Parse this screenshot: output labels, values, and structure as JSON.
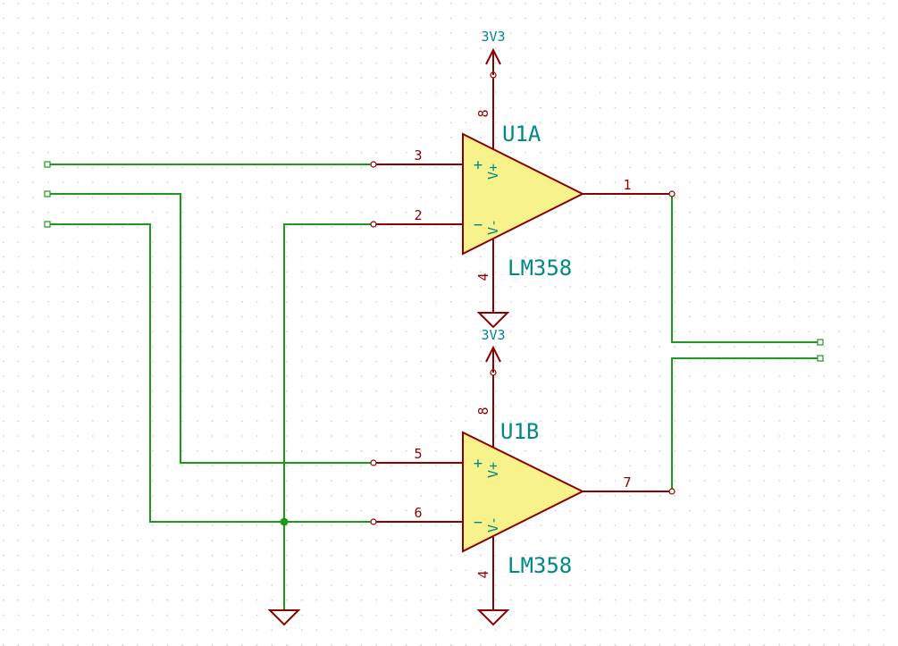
{
  "colors": {
    "background": "#ffffff",
    "grid_dot": "#c8c8c8",
    "wire": "#1c9a1c",
    "component": "#8b0000",
    "opamp_fill": "#f8f28a",
    "ref_text": "#008888",
    "pin_number": "#8b0000"
  },
  "power": {
    "top_label": "3V3",
    "bottom_label": "3V3"
  },
  "opamps": [
    {
      "ref": "U1A",
      "value": "LM358",
      "pin_noninv": "3",
      "pin_inv": "2",
      "pin_out": "1",
      "pin_vplus": "8",
      "pin_vminus": "4",
      "sym_plus": "+",
      "sym_minus": "−",
      "label_vplus": "V+",
      "label_vminus": "V-"
    },
    {
      "ref": "U1B",
      "value": "LM358",
      "pin_noninv": "5",
      "pin_inv": "6",
      "pin_out": "7",
      "pin_vplus": "8",
      "pin_vminus": "4",
      "sym_plus": "+",
      "sym_minus": "−",
      "label_vplus": "V+",
      "label_vminus": "V-"
    }
  ]
}
